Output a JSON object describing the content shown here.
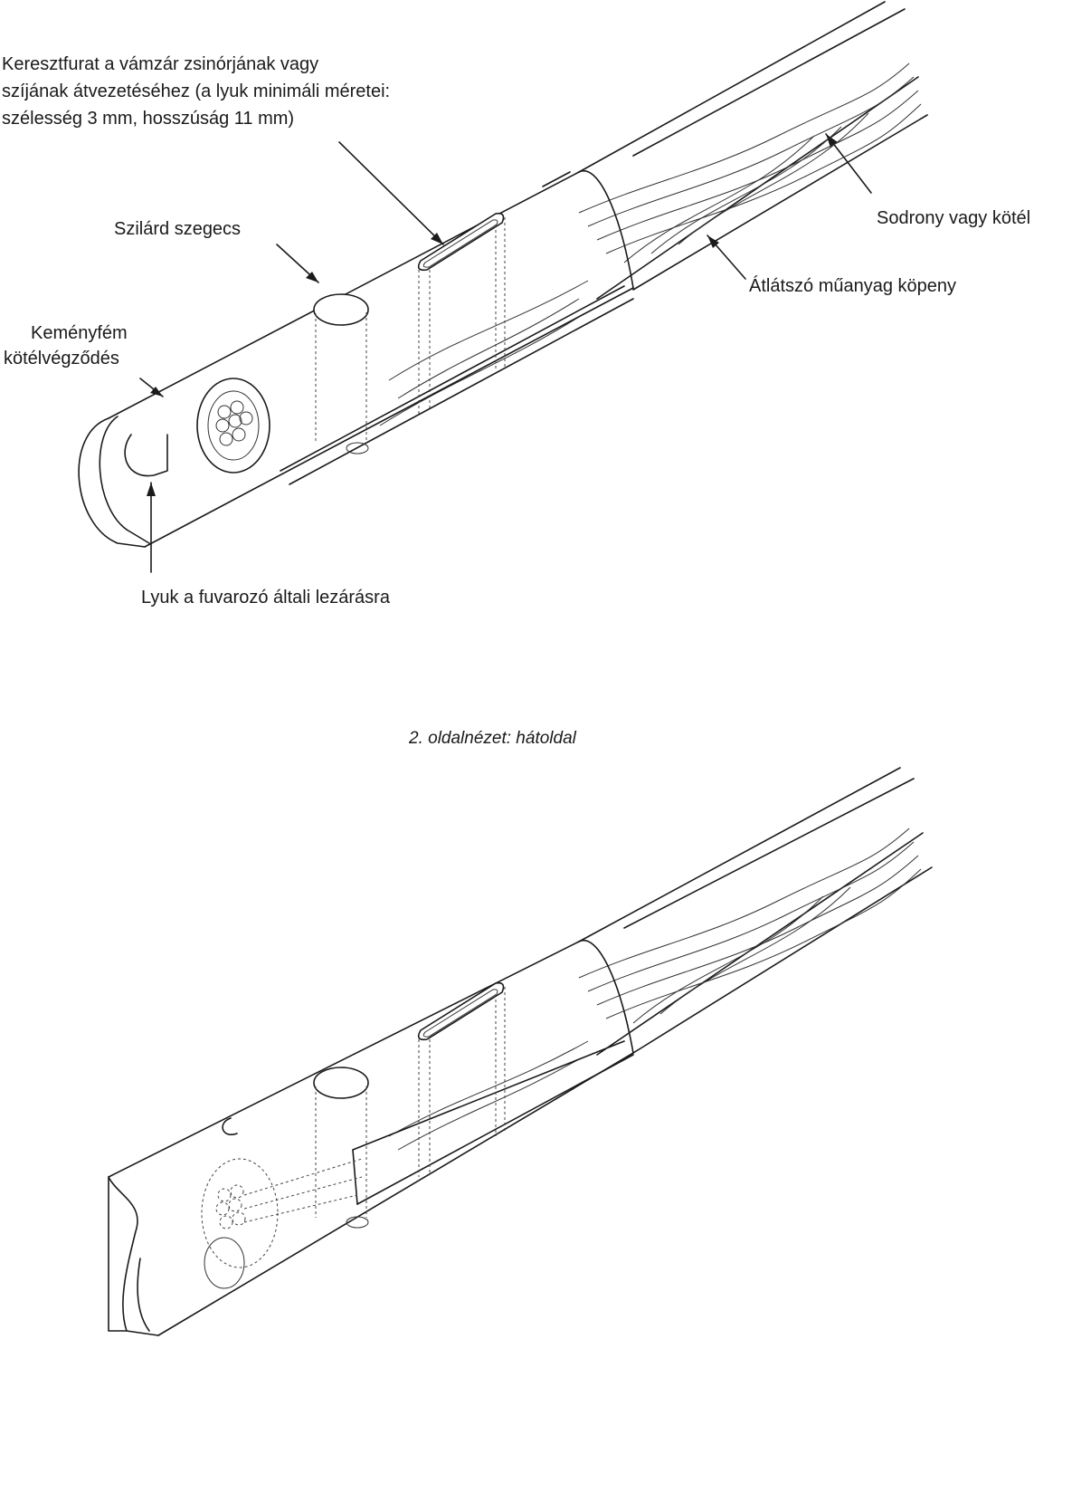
{
  "figure1": {
    "label_crosshole": "Keresztfurat a vámzár zsinórjának vagy szíjának átvezetéséhez (a lyuk minimáli méretei: szélesség 3 mm, hosszúság 11 mm)",
    "label_crosshole_lines": [
      "Keresztfurat a vámzár zsinórjának vagy",
      "szíjának átvezetéséhez (a lyuk minimáli méretei:",
      "szélesség 3 mm, hosszúság 11 mm)"
    ],
    "label_rivet": "Szilárd szegecs",
    "label_hardmetal_lines": [
      "Keményfém",
      "kötélvégződés"
    ],
    "label_wire": "Sodrony vagy kötél",
    "label_sheath": "Átlátszó műanyag köpeny",
    "label_hole": "Lyuk a fuvarozó általi lezárásra"
  },
  "figure2": {
    "caption": "2. oldalnézet: hátoldal"
  }
}
